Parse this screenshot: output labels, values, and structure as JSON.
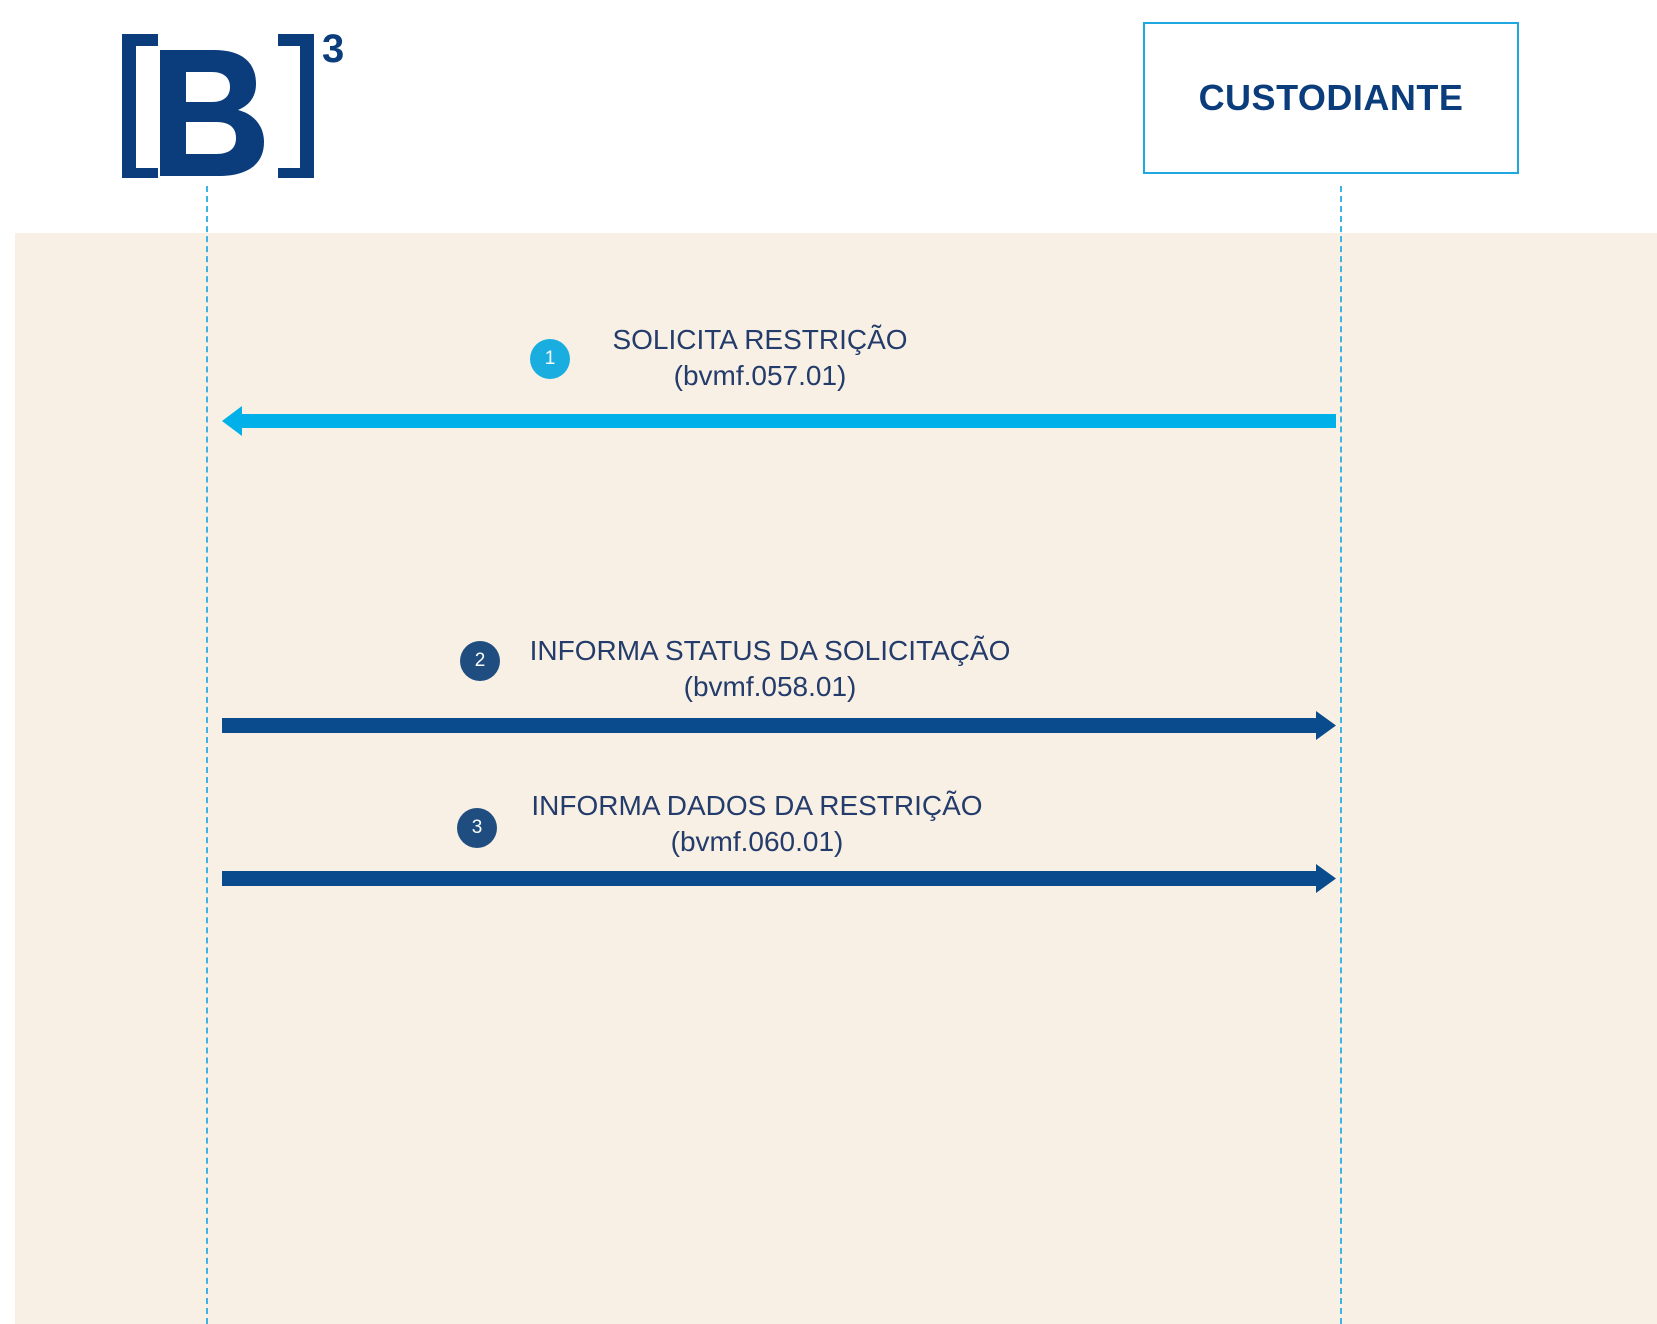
{
  "colors": {
    "background_band": "#f8f0e4",
    "brand_navy": "#0b3d7c",
    "accent_cyan": "#00b0e8",
    "message_navy": "#094b8c",
    "badge_navy": "#1f4d80",
    "text": "#243c6b"
  },
  "logo": {
    "text": "[B]³",
    "icon": "b3-logo"
  },
  "participants": {
    "left": {
      "name": "B3"
    },
    "right": {
      "name": "CUSTODIANTE"
    }
  },
  "messages": [
    {
      "number": "1",
      "direction": "right-to-left",
      "title": "SOLICITA RESTRIÇÃO",
      "code": "(bvmf.057.01)",
      "color": "#00b0e8"
    },
    {
      "number": "2",
      "direction": "left-to-right",
      "title": "INFORMA STATUS DA SOLICITAÇÃO",
      "code": "(bvmf.058.01)",
      "color": "#094b8c"
    },
    {
      "number": "3",
      "direction": "left-to-right",
      "title": "INFORMA DADOS DA RESTRIÇÃO",
      "code": "(bvmf.060.01)",
      "color": "#094b8c"
    }
  ]
}
